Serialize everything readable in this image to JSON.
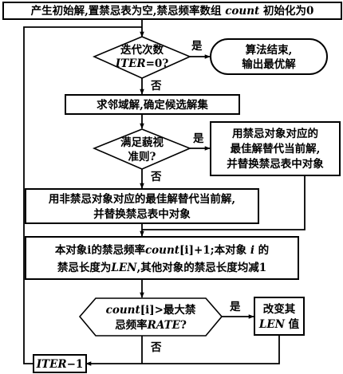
{
  "flowchart": {
    "init": {
      "prefix": "产生初始解,置禁忌表为空,禁忌频率数组 ",
      "var": "count",
      "suffix": " 初始化为0"
    },
    "iter_check": {
      "line1": "迭代次数",
      "line2_var": "ITER",
      "line2_rest": "=0?"
    },
    "end": {
      "line1": "算法结束,",
      "line2": "输出最优解"
    },
    "neighborhood": "求邻域解,确定候选解集",
    "aspiration": {
      "line1": "满足藐视",
      "line2": "准则?"
    },
    "replace_tabu": {
      "line1": "用禁忌对象对应的",
      "line2": "最佳解替代当前解,",
      "line3": "并替换禁忌表中对象"
    },
    "replace_nontabu": {
      "line1": "用非禁忌对象对应的最佳解替代当前解,",
      "line2": "并替换禁忌表中对象"
    },
    "update": {
      "line1_a": "本对象i的禁忌频率",
      "line1_var": "count",
      "line1_b": "[i]+1;本对象 ",
      "line1_i": "i",
      "line1_c": " 的",
      "line2_a": "禁忌长度为",
      "line2_var": "LEN",
      "line2_b": ",其他对象的禁忌长度均减1"
    },
    "freq_check": {
      "line1_var": "count",
      "line1_rest": "[i]>最大禁",
      "line2_a": "忌频率",
      "line2_var": "RATE",
      "line2_b": "?"
    },
    "change_len": {
      "line1": "改变其",
      "line2_var": "LEN",
      "line2_b": " 值"
    },
    "decrement": {
      "var": "ITER",
      "rest": "−1"
    },
    "labels": {
      "yes": "是",
      "no": "否"
    }
  }
}
